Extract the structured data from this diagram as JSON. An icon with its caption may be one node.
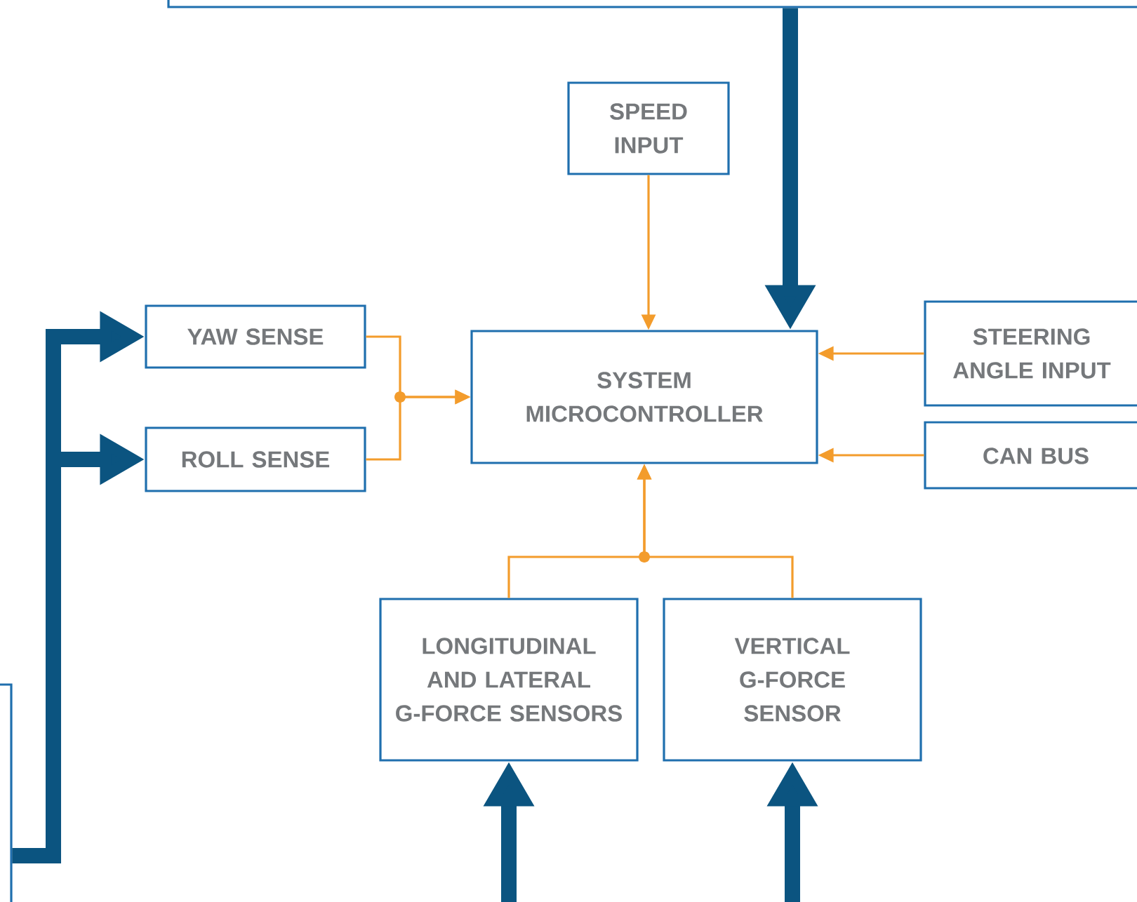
{
  "diagram": {
    "nodes": [
      {
        "text": [],
        "shape": "box"
      },
      {
        "text": [
          "SPEED INPUT"
        ]
      },
      {
        "text": [
          "YAW SENSE"
        ]
      },
      {
        "text": [
          "SYSTEM MICROCONTROLLER"
        ]
      },
      {
        "text": [
          "STEERING ANGLE INPUT"
        ]
      },
      {
        "text": [
          "ROLL SENSE"
        ]
      },
      {
        "text": [
          "CAN BUS"
        ]
      },
      {
        "text": [
          "LONGITUDINAL AND LATERAL G-FORCE SENSORS"
        ]
      },
      {
        "text": [
          "VERTICAL G-FORCE SENSOR"
        ]
      },
      {
        "text": [],
        "shape": "box"
      }
    ],
    "edges": [
      {
        "from": 0,
        "to": 3,
        "arrow": "to",
        "style": "thick",
        "color": "#0b5480"
      },
      {
        "from": 1,
        "to": 3,
        "arrow": "to",
        "color": "#f39c2c"
      },
      {
        "from": 2,
        "to": 3,
        "arrow": "to",
        "color": "#f39c2c"
      },
      {
        "from": 5,
        "to": 3,
        "arrow": "to",
        "color": "#f39c2c"
      },
      {
        "from": 4,
        "to": 3,
        "arrow": "to",
        "color": "#f39c2c"
      },
      {
        "from": 6,
        "to": 3,
        "arrow": "to",
        "color": "#f39c2c"
      },
      {
        "from": 7,
        "to": 3,
        "arrow": "to",
        "color": "#f39c2c"
      },
      {
        "from": 8,
        "to": 3,
        "arrow": "to",
        "color": "#f39c2c"
      },
      {
        "from": 9,
        "to": 2,
        "arrow": "to",
        "style": "thick",
        "color": "#0b5480"
      },
      {
        "from": 9,
        "to": 5,
        "arrow": "to",
        "style": "thick",
        "color": "#0b5480"
      },
      {
        "from": null,
        "to": 7,
        "arrow": "to",
        "style": "thick",
        "color": "#0b5480"
      },
      {
        "from": null,
        "to": 8,
        "arrow": "to",
        "style": "thick",
        "color": "#0b5480"
      }
    ]
  }
}
